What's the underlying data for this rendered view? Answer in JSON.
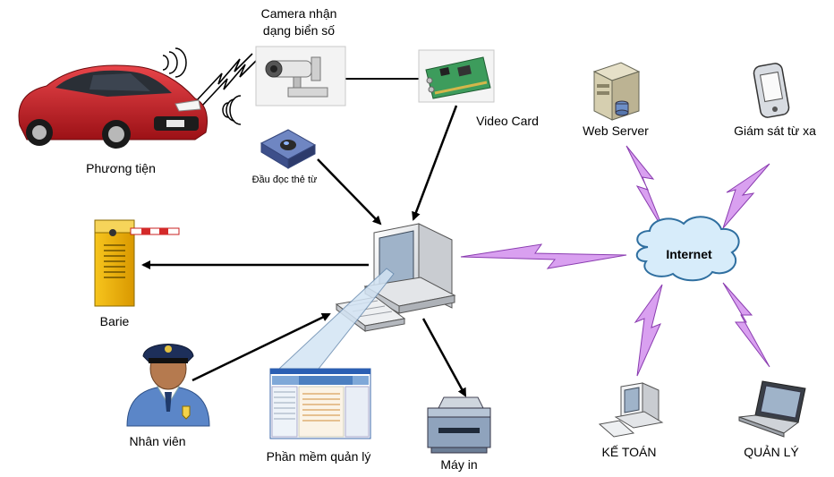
{
  "nodes": {
    "camera": {
      "line1": "Camera nhận",
      "line2": "dạng biển số"
    },
    "video_card": "Video Card",
    "vehicle": "Phương tiện",
    "card_reader": "Đầu đọc thẻ từ",
    "barrier": "Barie",
    "staff": "Nhân viên",
    "software": "Phần mềm quản lý",
    "printer": "Máy in",
    "web_server": "Web Server",
    "remote_monitor": "Giám sát từ xa",
    "internet": "Internet",
    "accounting": "KẾ TOÁN",
    "management": "QUẢN LÝ"
  },
  "colors": {
    "car": "#c81e24",
    "barrier_body": "#f2b400",
    "lightning": "#d9a0f0",
    "lightning_stroke": "#8a3cb0",
    "cloud": "#d7ecfa",
    "cloud_stroke": "#2f6fa0",
    "arrow": "#000000"
  }
}
